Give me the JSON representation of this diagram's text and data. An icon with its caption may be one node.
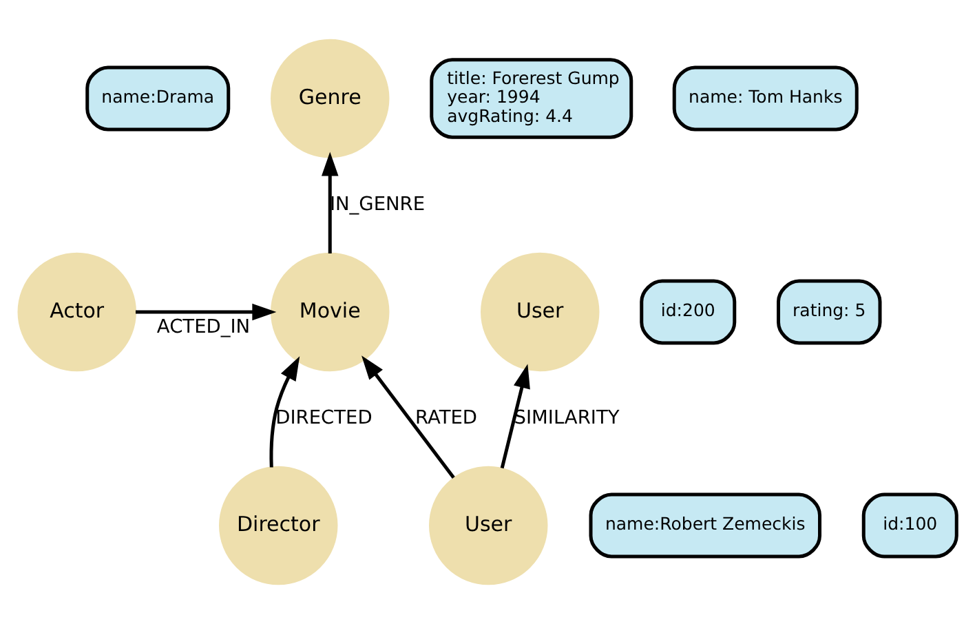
{
  "diagram": {
    "nodes": [
      {
        "text": [
          "name:Drama"
        ]
      },
      {
        "text": [
          "Genre"
        ]
      },
      {
        "text": [
          "title: Forerest Gump year: 1994 avgRating: 4.4"
        ]
      },
      {
        "text": [
          "name: Tom Hanks"
        ]
      },
      {
        "text": [
          "Actor"
        ]
      },
      {
        "text": [
          "Movie"
        ]
      },
      {
        "text": [
          "User"
        ]
      },
      {
        "text": [
          "id:200"
        ]
      },
      {
        "text": [
          "rating: 5"
        ]
      },
      {
        "text": [
          "name:Robert Zemeckis"
        ]
      },
      {
        "text": [
          "Director"
        ]
      },
      {
        "text": [
          "User"
        ]
      },
      {
        "text": [
          "id:100"
        ]
      }
    ],
    "edges": [
      {
        "from": 4,
        "to": 5,
        "arrow": "to",
        "label": "ACTED_IN"
      },
      {
        "from": 5,
        "to": 1,
        "arrow": "to",
        "label": "IN_GENRE"
      },
      {
        "from": 10,
        "to": 5,
        "arrow": "to",
        "label": "DIRECTED"
      },
      {
        "from": 11,
        "to": 5,
        "arrow": "to",
        "label": "RATED"
      },
      {
        "from": 11,
        "to": 6,
        "arrow": "to",
        "label": "SIMILARITY"
      }
    ]
  }
}
